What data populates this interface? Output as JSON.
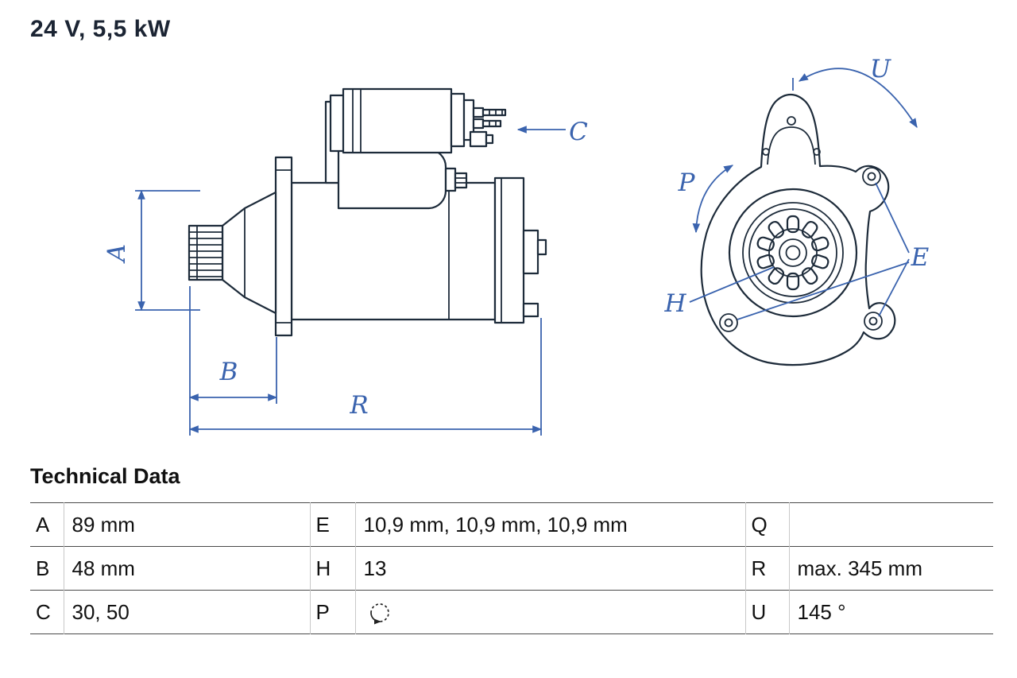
{
  "title": "24 V, 5,5 kW",
  "colors": {
    "outline": "#1d2b3a",
    "dimension": "#3a63ae"
  },
  "drawing": {
    "labels": {
      "A": "A",
      "B": "B",
      "C": "C",
      "R": "R",
      "U": "U",
      "P": "P",
      "E": "E",
      "H": "H"
    }
  },
  "icons": {
    "rotation_direction": "counterclockwise-rotation-icon"
  },
  "table": {
    "heading": "Technical Data",
    "rows": [
      {
        "k1": "A",
        "v1": "89 mm",
        "k2": "E",
        "v2": "10,9 mm, 10,9 mm, 10,9 mm",
        "k3": "Q",
        "v3": ""
      },
      {
        "k1": "B",
        "v1": "48 mm",
        "k2": "H",
        "v2": "13",
        "k3": "R",
        "v3": "max. 345 mm"
      },
      {
        "k1": "C",
        "v1": "30, 50",
        "k2": "P",
        "v2": "",
        "k3": "U",
        "v3": "145 °"
      }
    ]
  }
}
